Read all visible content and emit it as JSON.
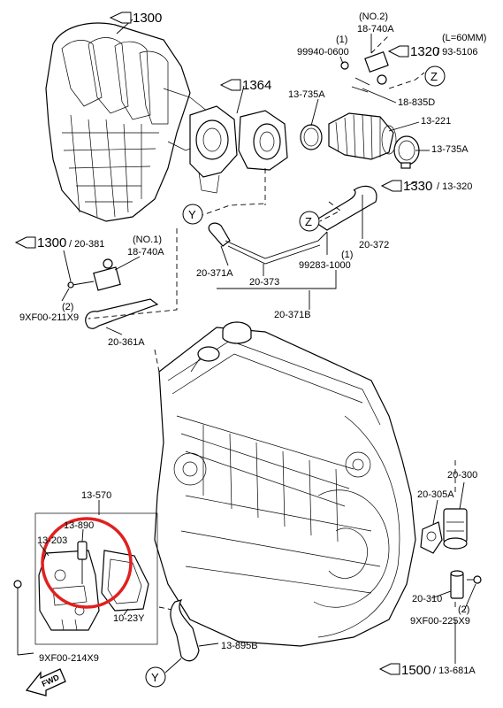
{
  "refs": {
    "r1300": "1300",
    "r1364": "1364",
    "r1320": "1320",
    "r93_5106": "/ 93-5106",
    "r1330": "1330",
    "r13_320": "/ 13-320",
    "r1300b": "1300",
    "r20_381": "/ 20-381",
    "r1500": "1500",
    "r13_681A": "/ 13-681A"
  },
  "labels": {
    "no2": "(NO.2)",
    "p18_740A_top": "18-740A",
    "len60": "(L=60MM)",
    "p99940_0600": "99940-0600",
    "q1a": "(1)",
    "p13_735A_a": "13-735A",
    "p18_835D": "18-835D",
    "p13_221": "13-221",
    "p13_735A_b": "13-735A",
    "no1": "(NO.1)",
    "p18_740A": "18-740A",
    "q2a": "(2)",
    "p9XF00_211X9": "9XF00-211X9",
    "p20_361A": "20-361A",
    "p20_372": "20-372",
    "p99283_1000": "99283-1000",
    "q1b": "(1)",
    "p20_371A": "20-371A",
    "p20_373": "20-373",
    "p20_371B": "20-371B",
    "p13_570": "13-570",
    "p13_890": "13-890",
    "p13_203": "13-203",
    "p10_23Y": "10-23Y",
    "p9XF00_214X9": "9XF00-214X9",
    "p13_895B": "13-895B",
    "p20_300": "20-300",
    "p20_305A": "20-305A",
    "p20_310": "20-310",
    "q2b": "(2)",
    "p9XF00_225X9": "9XF00-225X9",
    "fwd": "FWD"
  },
  "callouts": {
    "y": "Y",
    "z": "Z"
  },
  "highlight_color": "#e02020"
}
